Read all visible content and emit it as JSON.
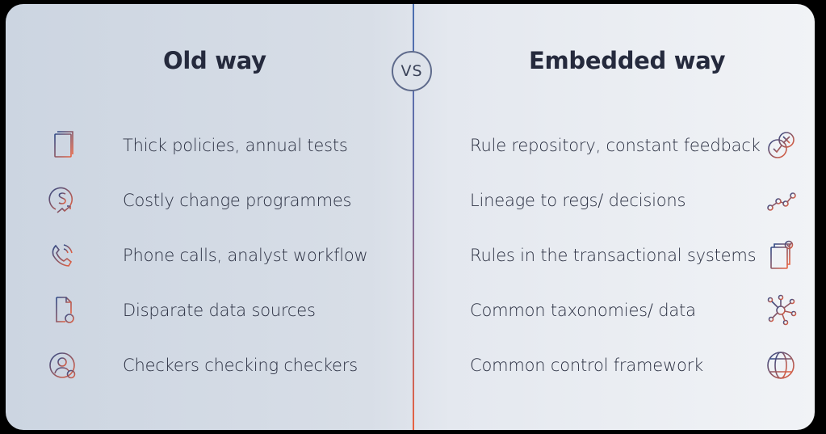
{
  "left": {
    "title": "Old way",
    "items": [
      {
        "label": "Thick policies, annual tests",
        "icon": "policy-book-icon"
      },
      {
        "label": "Costly change programmes",
        "icon": "dollar-cost-icon"
      },
      {
        "label": "Phone calls, analyst workflow",
        "icon": "phone-call-icon"
      },
      {
        "label": "Disparate data sources",
        "icon": "document-question-icon"
      },
      {
        "label": "Checkers checking checkers",
        "icon": "user-check-icon"
      }
    ]
  },
  "right": {
    "title": "Embedded way",
    "items": [
      {
        "label": "Rule repository, constant feedback",
        "icon": "check-cross-icon"
      },
      {
        "label": "Lineage to regs/ decisions",
        "icon": "lineage-nodes-icon"
      },
      {
        "label": "Rules in the transactional systems",
        "icon": "document-stack-check-icon"
      },
      {
        "label": "Common taxonomies/ data",
        "icon": "network-hub-icon"
      },
      {
        "label": "Common control framework",
        "icon": "globe-framework-icon"
      }
    ]
  },
  "vs_label": "VS",
  "colors": {
    "navy": "#2f4a87",
    "orange": "#e8613f",
    "text": "#2b3042"
  }
}
